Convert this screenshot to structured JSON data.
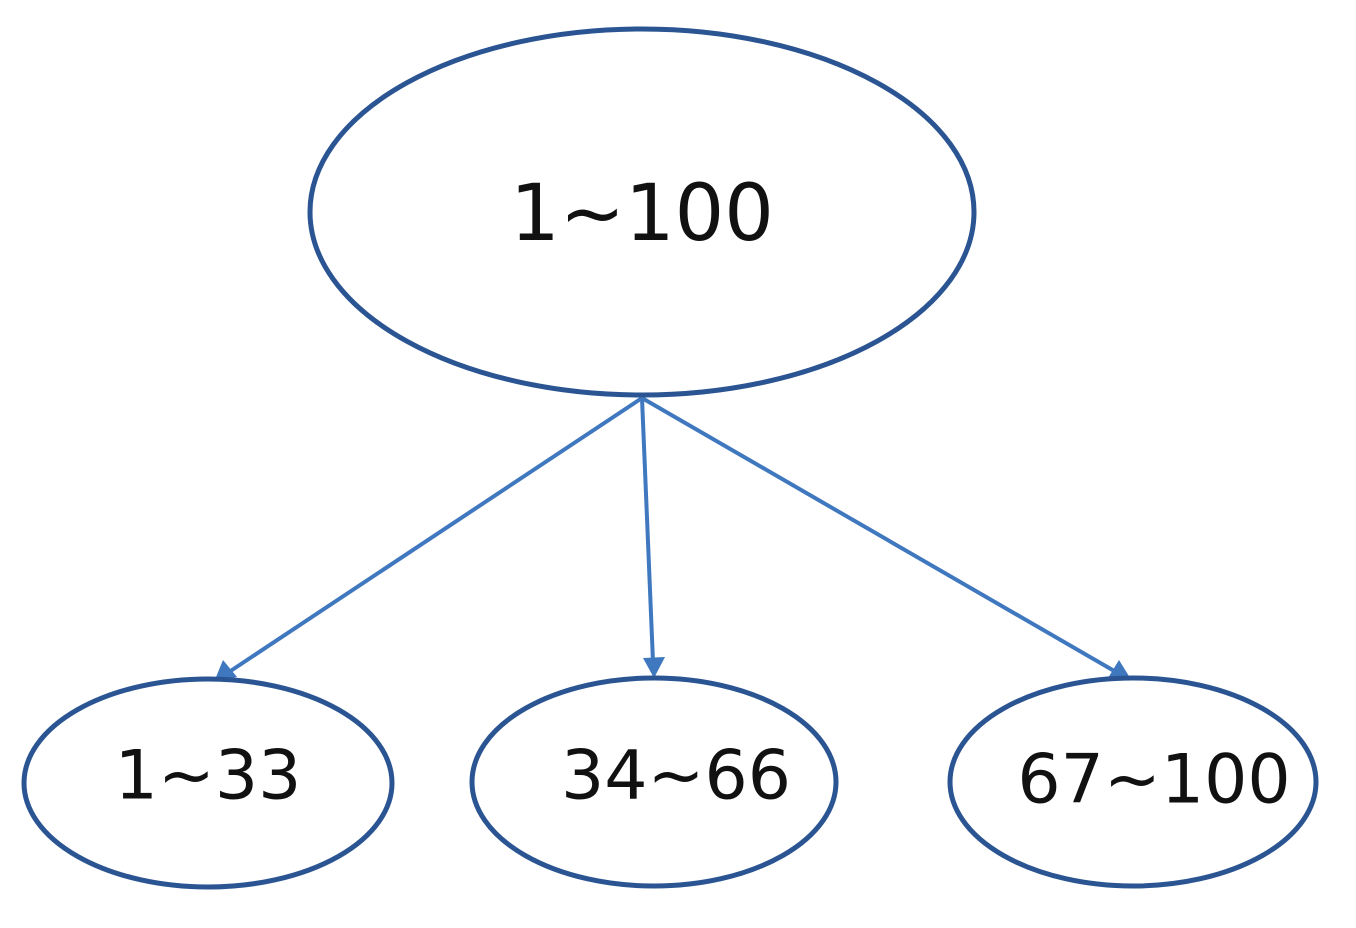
{
  "diagram": {
    "root": {
      "label": "1~100"
    },
    "children": [
      {
        "label": "1~33"
      },
      {
        "label": "34~66"
      },
      {
        "label": "67~100"
      }
    ],
    "colors": {
      "node_border": "#2a5592",
      "arrow": "#3f78bf",
      "text": "#111111",
      "background": "#ffffff"
    }
  }
}
